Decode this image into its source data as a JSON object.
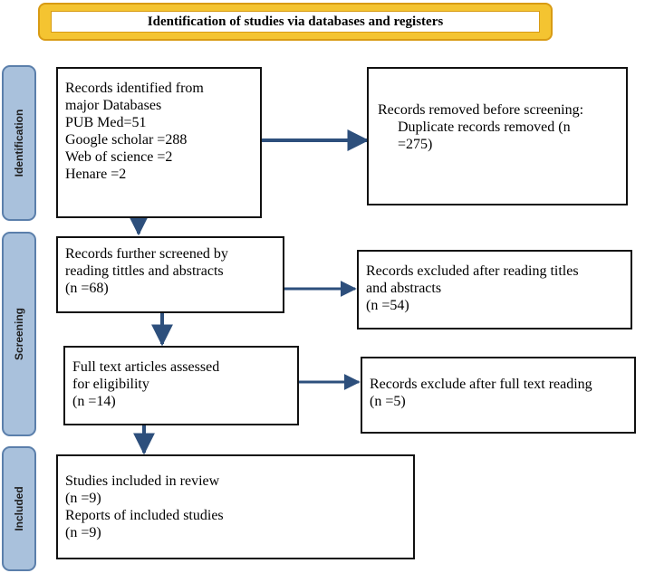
{
  "header": {
    "title": "Identification of studies via databases and registers"
  },
  "phases": {
    "identification": "Identification",
    "screening": "Screening",
    "included": "Included"
  },
  "boxes": {
    "records_identified": {
      "lines": [
        "Records identified from",
        "major Databases",
        "PUB Med=51",
        "Google scholar =288",
        "Web of science =2",
        "Henare =2"
      ]
    },
    "records_removed": {
      "lines": [
        "Records removed before screening:",
        "Duplicate records removed (n",
        "=275)"
      ]
    },
    "records_screened": {
      "lines": [
        "Records further screened by",
        "reading tittles and abstracts",
        "(n =68)"
      ]
    },
    "records_excluded": {
      "lines": [
        "Records excluded after reading titles",
        "and abstracts",
        "(n =54)"
      ]
    },
    "fulltext_assessed": {
      "lines": [
        "Full text articles assessed",
        "for eligibility",
        "(n =14)"
      ]
    },
    "fulltext_excluded": {
      "lines": [
        "Records exclude after full text reading",
        "(n =5)"
      ]
    },
    "included_studies": {
      "lines": [
        "Studies included in review",
        "(n =9)",
        "Reports of included studies",
        "(n =9)"
      ]
    }
  },
  "colors": {
    "banner_fill": "#f4c431",
    "banner_border": "#d89b14",
    "phase_fill": "#a9c1dc",
    "phase_border": "#5b7fab",
    "arrow": "#2d4f7c"
  }
}
